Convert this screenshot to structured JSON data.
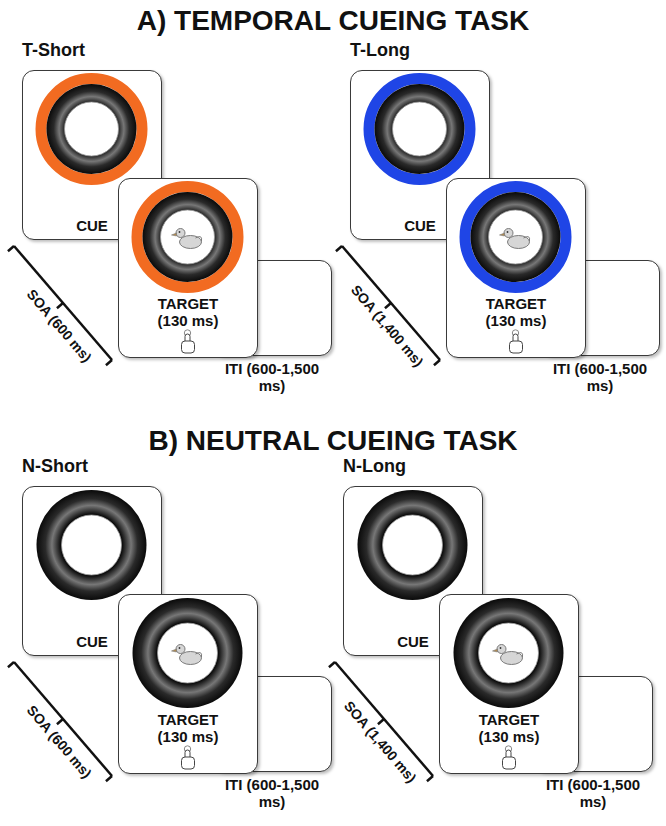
{
  "diagram": {
    "nodes": [
      {
        "text": [
          "CUE"
        ]
      },
      {
        "text": [
          "TARGET (130 ms)"
        ]
      },
      {
        "text": [
          "ITI (600-1,500 ms)"
        ]
      },
      {
        "text": [
          "CUE"
        ]
      },
      {
        "text": [
          "TARGET (130 ms)"
        ]
      },
      {
        "text": [
          "ITI (600-1,500 ms)"
        ]
      },
      {
        "text": [
          "CUE"
        ]
      },
      {
        "text": [
          "TARGET (130 ms)"
        ]
      },
      {
        "text": [
          "ITI (600-1,500 ms)"
        ]
      },
      {
        "text": [
          "CUE"
        ]
      },
      {
        "text": [
          "TARGET (130 ms)"
        ]
      },
      {
        "text": [
          "ITI (600-1,500 ms)"
        ]
      }
    ],
    "labels": [
      "A) TEMPORAL CUEING TASK",
      "T-Short",
      "SOA (600 ms)",
      "T-Long",
      "SOA (1,400 ms)",
      "B) NEUTRAL CUEING TASK",
      "N-Short",
      "SOA (600 ms)",
      "N-Long",
      "SOA (1,400 ms)"
    ]
  }
}
